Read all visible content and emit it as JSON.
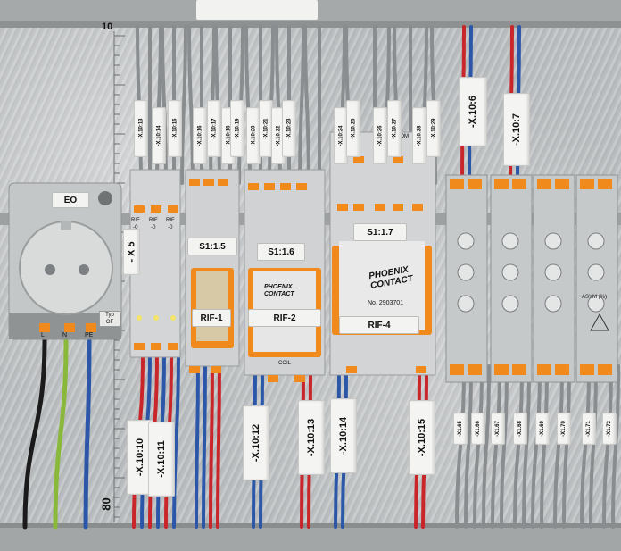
{
  "ruler": {
    "top_mark": "10",
    "bottom_mark": "80"
  },
  "socket": {
    "top_label": "EO",
    "side_label": "- X 5",
    "bottom_label": "Typ\nOF",
    "terminals": [
      "L",
      "N",
      "PE"
    ]
  },
  "module_labels": {
    "rif_marks": [
      "RIF\n-0",
      "RIF\n-0",
      "RIF\n-0"
    ],
    "group1": "S1:1.5",
    "group2": "S1:1.6",
    "group3": "S1:1.7",
    "rif1": "RIF-1",
    "rif2": "RIF-2",
    "rif4": "RIF-4",
    "brand": "PHOENIX\nCONTACT",
    "brand_big": "PHOENIX\nCONTACT",
    "part_no": "No. 2903701",
    "coil": "COIL",
    "com": "COM",
    "asym": "ASYM (%)"
  },
  "top_markers": [
    "-X.10:13",
    "-X.10:14",
    "-X.10:16",
    "-X.10:16",
    "-X.10:17",
    "-X.10:18",
    "-X.10:19",
    "-X.10:20",
    "-X.10:21",
    "-X.10:22",
    "-X.10:23",
    "-X.10:24",
    "-X.10:25",
    "-X.10:26",
    "-X.10:27",
    "-X.10:28",
    "-X.10:29"
  ],
  "top_sleeves": [
    "-X.10:6",
    "-X.10:7"
  ],
  "bottom_sleeves": [
    "-X.10:10",
    "-X.10:11",
    "-X.10:12",
    "-X.10:13",
    "-X.10:14",
    "-X.10:15"
  ],
  "small_markers": [
    "-X1.65",
    "-X1.66",
    "-X1.67",
    "-X1.68",
    "-X1.69",
    "-X1.70",
    "-X1.71",
    "-X1.72"
  ],
  "colors": {
    "orange": "#f08a1c",
    "rail": "#a9acad",
    "module": "#c9cbcc",
    "wire_grey": "#8a8d90",
    "wire_red": "#c8262a",
    "wire_blue": "#2c57a8"
  }
}
